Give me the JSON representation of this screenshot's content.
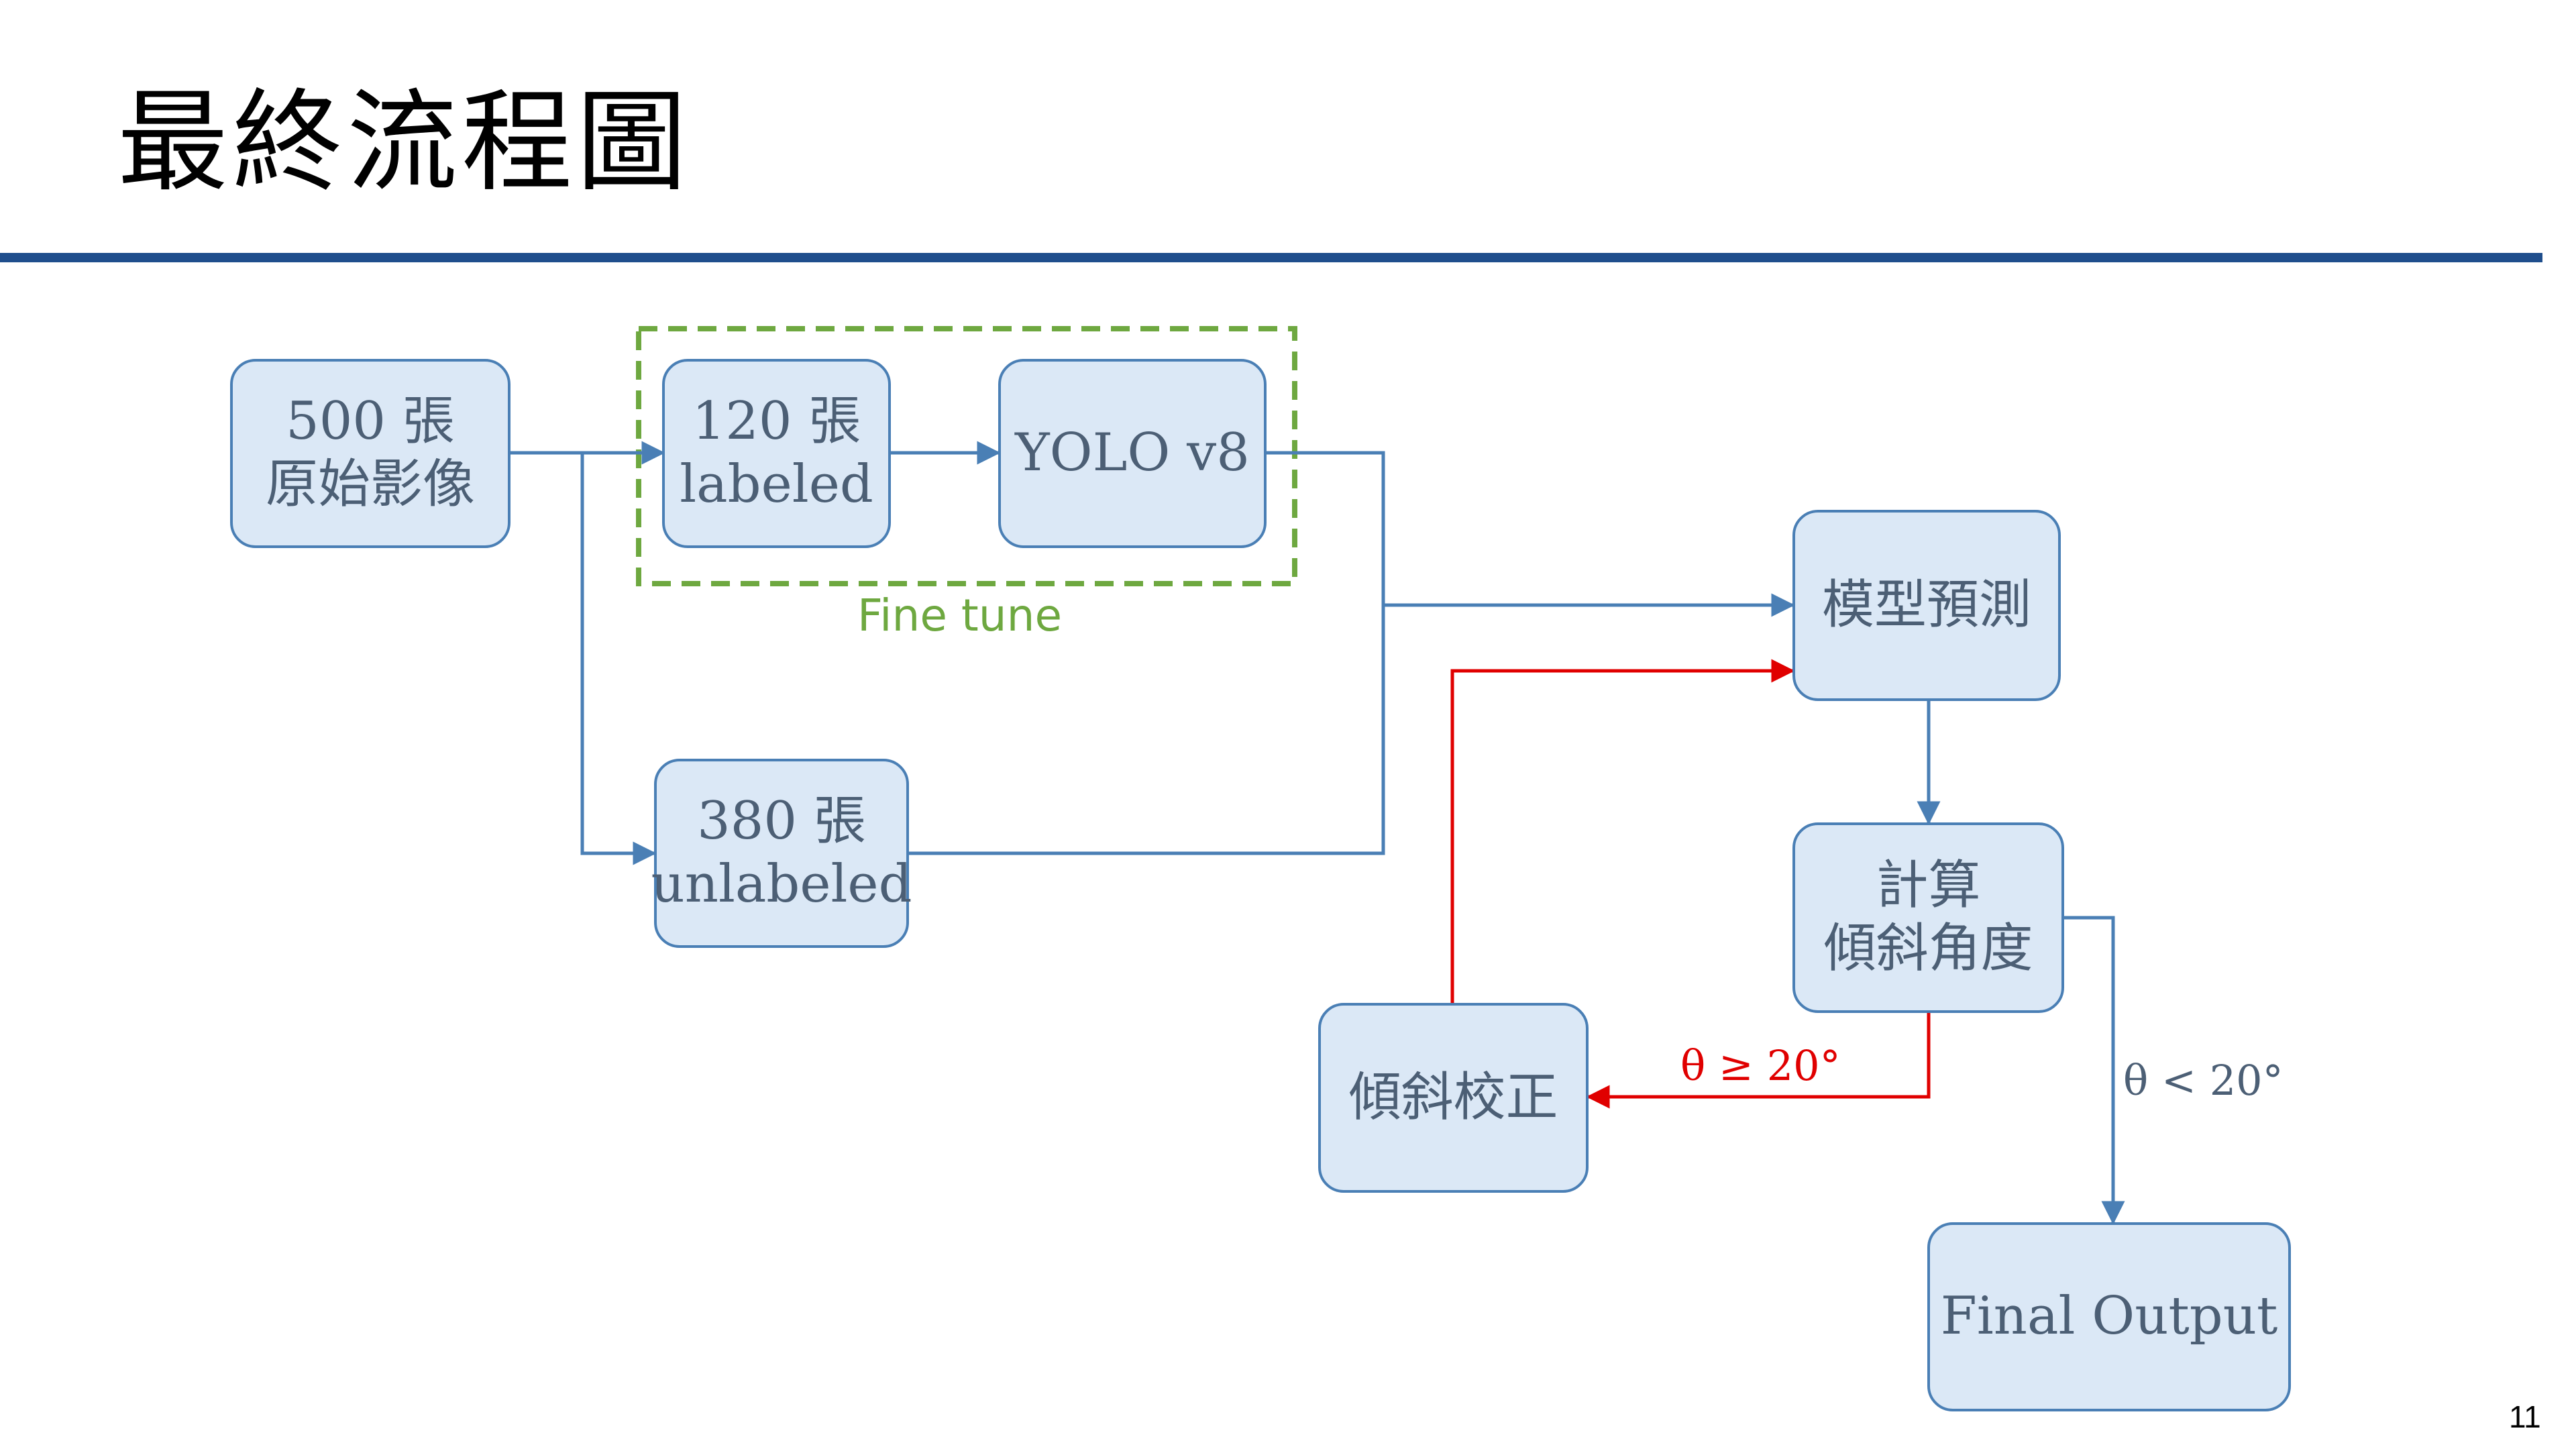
{
  "title": "最終流程圖",
  "page_number": "11",
  "colors": {
    "rule": "#1f4e8c",
    "node_fill": "#dbe8f6",
    "node_border": "#4a7fb5",
    "fine_tune": "#6ea840",
    "red_path": "#e00000"
  },
  "nodes": {
    "raw_images": "500 張\n原始影像",
    "labeled": "120 張\nlabeled",
    "yolo": "YOLO v8",
    "unlabeled": "380 張\nunlabeled",
    "predict": "模型預測",
    "compute_angle": "計算\n傾斜角度",
    "correction": "傾斜校正",
    "final_output": "Final Output"
  },
  "group_label": "Fine tune",
  "conditions": {
    "correct": "θ ≥ 20°",
    "output": "θ < 20°"
  }
}
